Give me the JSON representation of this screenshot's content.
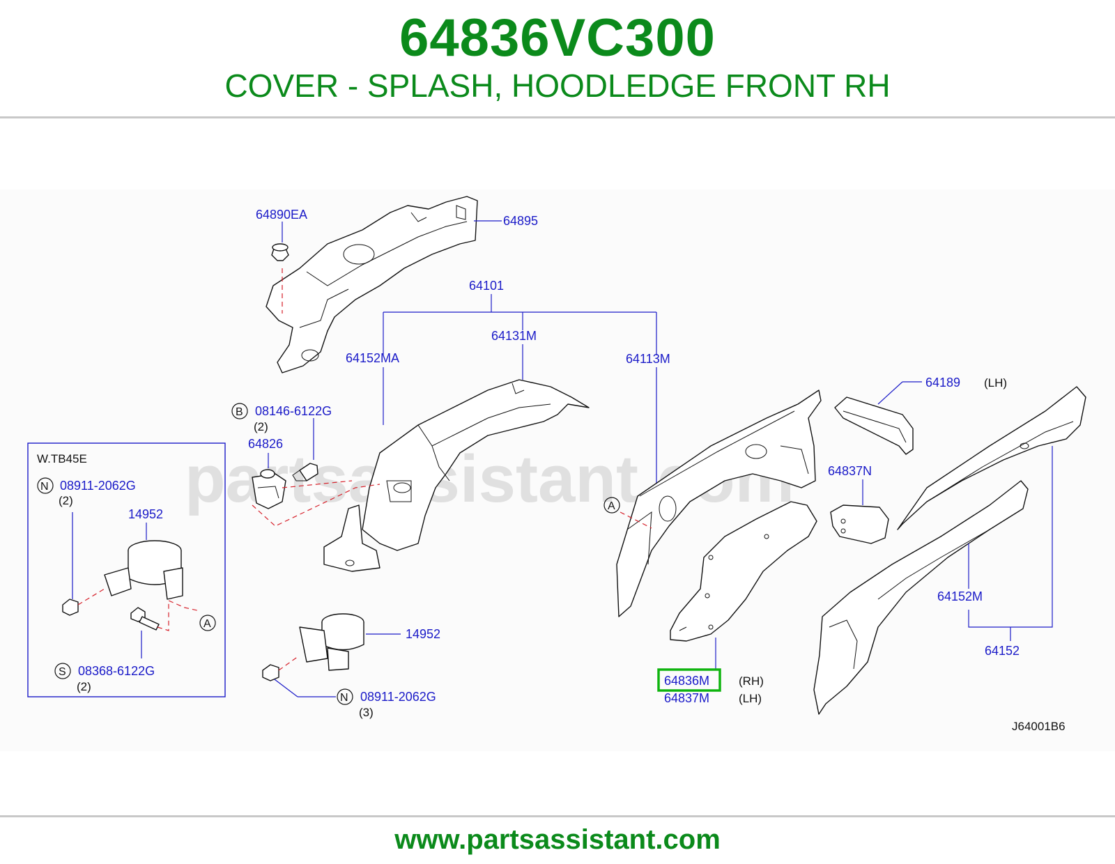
{
  "header": {
    "part_number": "64836VC300",
    "description": "COVER - SPLASH, HOODLEDGE FRONT RH"
  },
  "footer": {
    "url": "www.partsassistant.com"
  },
  "watermark": "partsassistant.com",
  "diagram": {
    "code": "J64001B6",
    "inset_title": "W.TB45E",
    "labels": {
      "p64890EA": "64890EA",
      "p64895": "64895",
      "p64101": "64101",
      "p64131M": "64131M",
      "p64152MA": "64152MA",
      "p64113M": "64113M",
      "p64189": "64189",
      "p64189_side": "(LH)",
      "b_code": "08146-6122G",
      "b_qty": "(2)",
      "p64826": "64826",
      "p64837N": "64837N",
      "p64152M": "64152M",
      "p64152": "64152",
      "p64836M": "64836M",
      "p64836M_side": "(RH)",
      "p64837M": "64837M",
      "p64837M_side": "(LH)",
      "inset_n_code": "08911-2062G",
      "inset_n_qty": "(2)",
      "inset_14952": "14952",
      "inset_s_code": "08368-6122G",
      "inset_s_qty": "(2)",
      "main_14952": "14952",
      "main_n_code": "08911-2062G",
      "main_n_qty": "(3)"
    },
    "callouts": {
      "b": "B",
      "n": "N",
      "s": "S",
      "a": "A"
    },
    "highlight_color": "#0fb40f",
    "accent_color": "#0b8a1b"
  }
}
